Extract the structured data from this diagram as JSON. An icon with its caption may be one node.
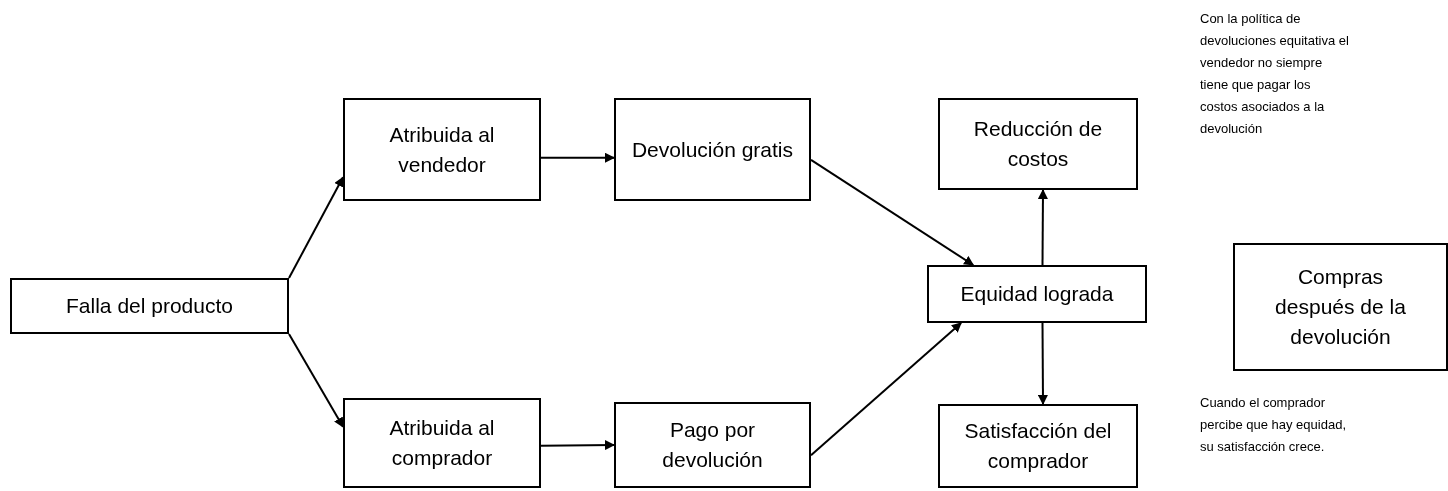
{
  "diagram": {
    "nodes": [
      {
        "text": [
          "Falla del producto"
        ]
      },
      {
        "text": [
          "Atribuida al vendedor"
        ]
      },
      {
        "text": [
          "Devolución gratis"
        ]
      },
      {
        "text": [
          "Reducción de costos"
        ]
      },
      {
        "text": [
          "Equidad lograda"
        ]
      },
      {
        "text": [
          "Atribuida al comprador"
        ]
      },
      {
        "text": [
          "Pago por devolución"
        ]
      },
      {
        "text": [
          "Satisfacción del comprador"
        ]
      },
      {
        "text": [
          "Compras después de la devolución"
        ]
      }
    ],
    "edges": [
      {
        "from": 0,
        "to": 1,
        "arrow": "to"
      },
      {
        "from": 0,
        "to": 5,
        "arrow": "to"
      },
      {
        "from": 1,
        "to": 2,
        "arrow": "to"
      },
      {
        "from": 5,
        "to": 6,
        "arrow": "to"
      },
      {
        "from": 2,
        "to": 4,
        "arrow": "to"
      },
      {
        "from": 6,
        "to": 4,
        "arrow": "to"
      },
      {
        "from": 4,
        "to": 3,
        "arrow": "to"
      },
      {
        "from": 4,
        "to": 7,
        "arrow": "to"
      }
    ],
    "labels": [
      "Con la política de devoluciones equitativa el vendedor no siempre tiene que pagar los costos asociados a la devolución",
      "Cuando el comprador percibe que hay equidad, su satisfacción crece."
    ]
  }
}
